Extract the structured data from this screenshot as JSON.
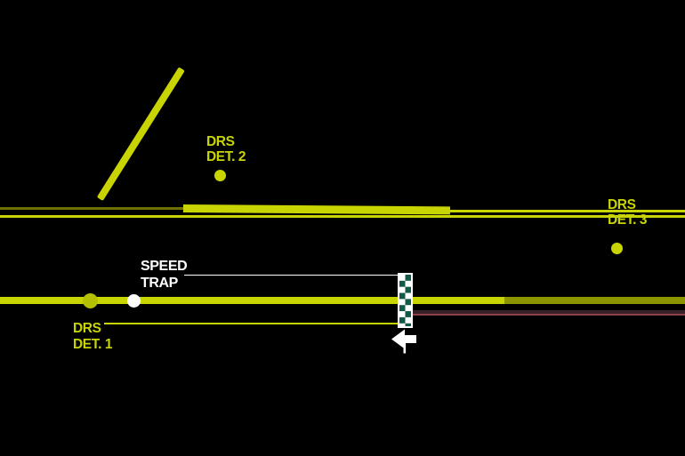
{
  "title": "Race track map detail with DRS zones, speed trap and finish line",
  "colors": {
    "background": "#000000",
    "track_bright": "#c9d403",
    "track_dim": "#6e7204",
    "track_olive": "#8e9502",
    "marker_dim": "#b4c103",
    "sector_red_dark": "#3a2127",
    "sector_red_bright": "#8e4247",
    "flag_green": "#14584a",
    "white": "#ffffff"
  },
  "labels": {
    "drs_det_1": {
      "line1": "DRS",
      "line2": "DET. 1"
    },
    "drs_det_2": {
      "line1": "DRS",
      "line2": "DET. 2"
    },
    "drs_det_3": {
      "line1": "DRS",
      "line2": "DET. 3"
    },
    "speed_trap": {
      "line1": "SPEED",
      "line2": "TRAP"
    }
  },
  "markers": {
    "finish_line": "checkered-flag",
    "race_direction": "left"
  }
}
